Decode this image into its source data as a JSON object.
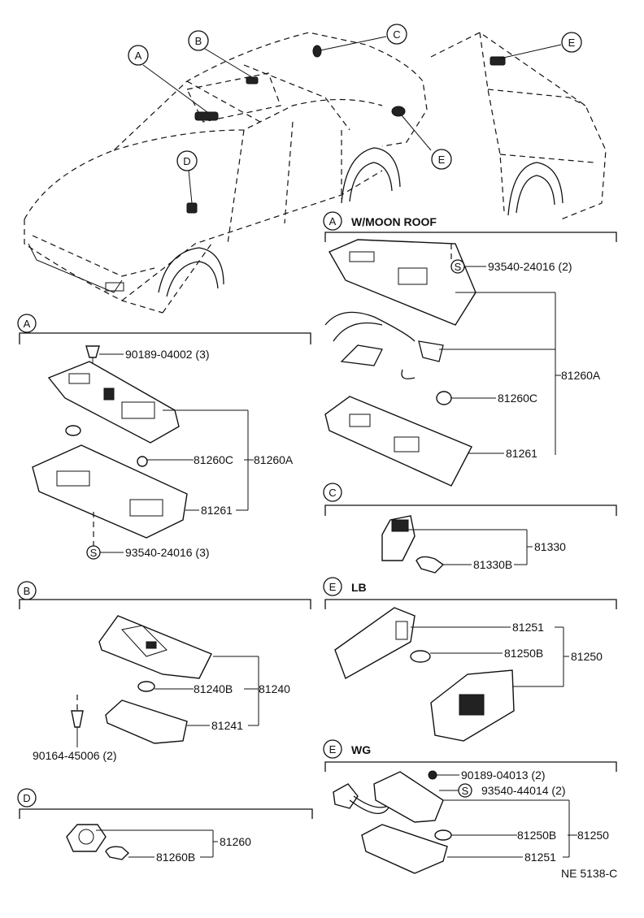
{
  "diagram_code": "NE 5138-C",
  "car_callouts": {
    "a": "A",
    "b": "B",
    "c": "C",
    "d": "D",
    "e1": "E",
    "e2": "E"
  },
  "section_a_moonroof": {
    "letter": "A",
    "title": "W/MOON ROOF",
    "screw_symbol": "S",
    "screw": "93540-24016 (2)",
    "bulb": "81260C",
    "assembly": "81260A",
    "lens": "81261"
  },
  "section_a": {
    "letter": "A",
    "screw": "90189-04002 (3)",
    "bulb": "81260C",
    "assembly": "81260A",
    "lens": "81261",
    "screw_symbol": "S",
    "screw2": "93540-24016 (3)"
  },
  "section_b": {
    "letter": "B",
    "bulb": "81240B",
    "assembly": "81240",
    "lens": "81241",
    "screw": "90164-45006 (2)"
  },
  "section_c": {
    "letter": "C",
    "assembly": "81330",
    "bulb": "81330B"
  },
  "section_d": {
    "letter": "D",
    "assembly": "81260",
    "bulb": "81260B"
  },
  "section_e_lb": {
    "letter": "E",
    "title": "LB",
    "lens": "81251",
    "bulb": "81250B",
    "assembly": "81250"
  },
  "section_e_wg": {
    "letter": "E",
    "title": "WG",
    "screw": "90189-04013 (2)",
    "screw_symbol": "S",
    "screw2": "93540-44014 (2)",
    "bulb": "81250B",
    "assembly": "81250",
    "lens": "81251"
  }
}
